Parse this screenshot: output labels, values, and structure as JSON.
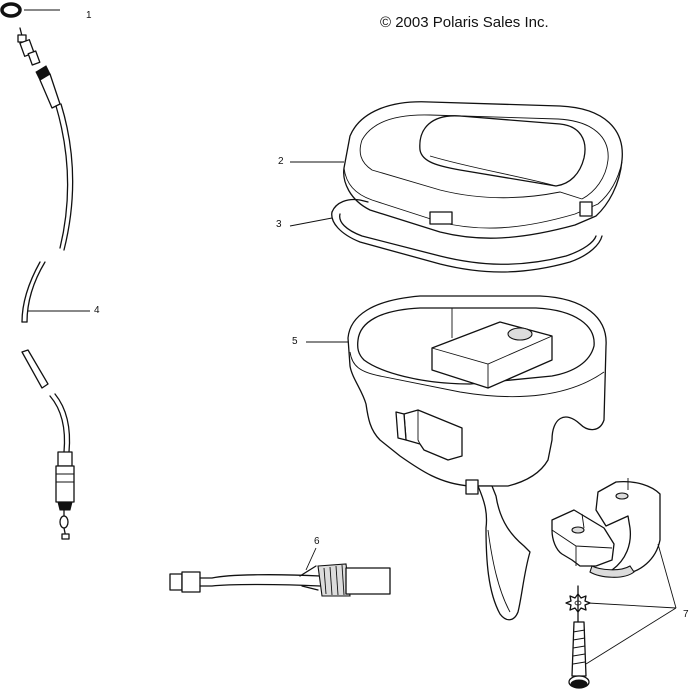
{
  "copyright": "© 2003 Polaris Sales Inc.",
  "callouts": {
    "c1": "1",
    "c2": "2",
    "c3": "3",
    "c4": "4",
    "c5": "5",
    "c6": "6",
    "c7": "7"
  },
  "parts": [
    {
      "callout": "1",
      "icon": "o-ring-icon"
    },
    {
      "callout": "2",
      "icon": "housing-cover-icon"
    },
    {
      "callout": "3",
      "icon": "gasket-icon"
    },
    {
      "callout": "4",
      "icon": "throttle-cable-icon"
    },
    {
      "callout": "5",
      "icon": "throttle-housing-icon"
    },
    {
      "callout": "6",
      "icon": "wire-harness-icon"
    },
    {
      "callout": "7",
      "icon": "clamp-hardware-icon"
    }
  ]
}
